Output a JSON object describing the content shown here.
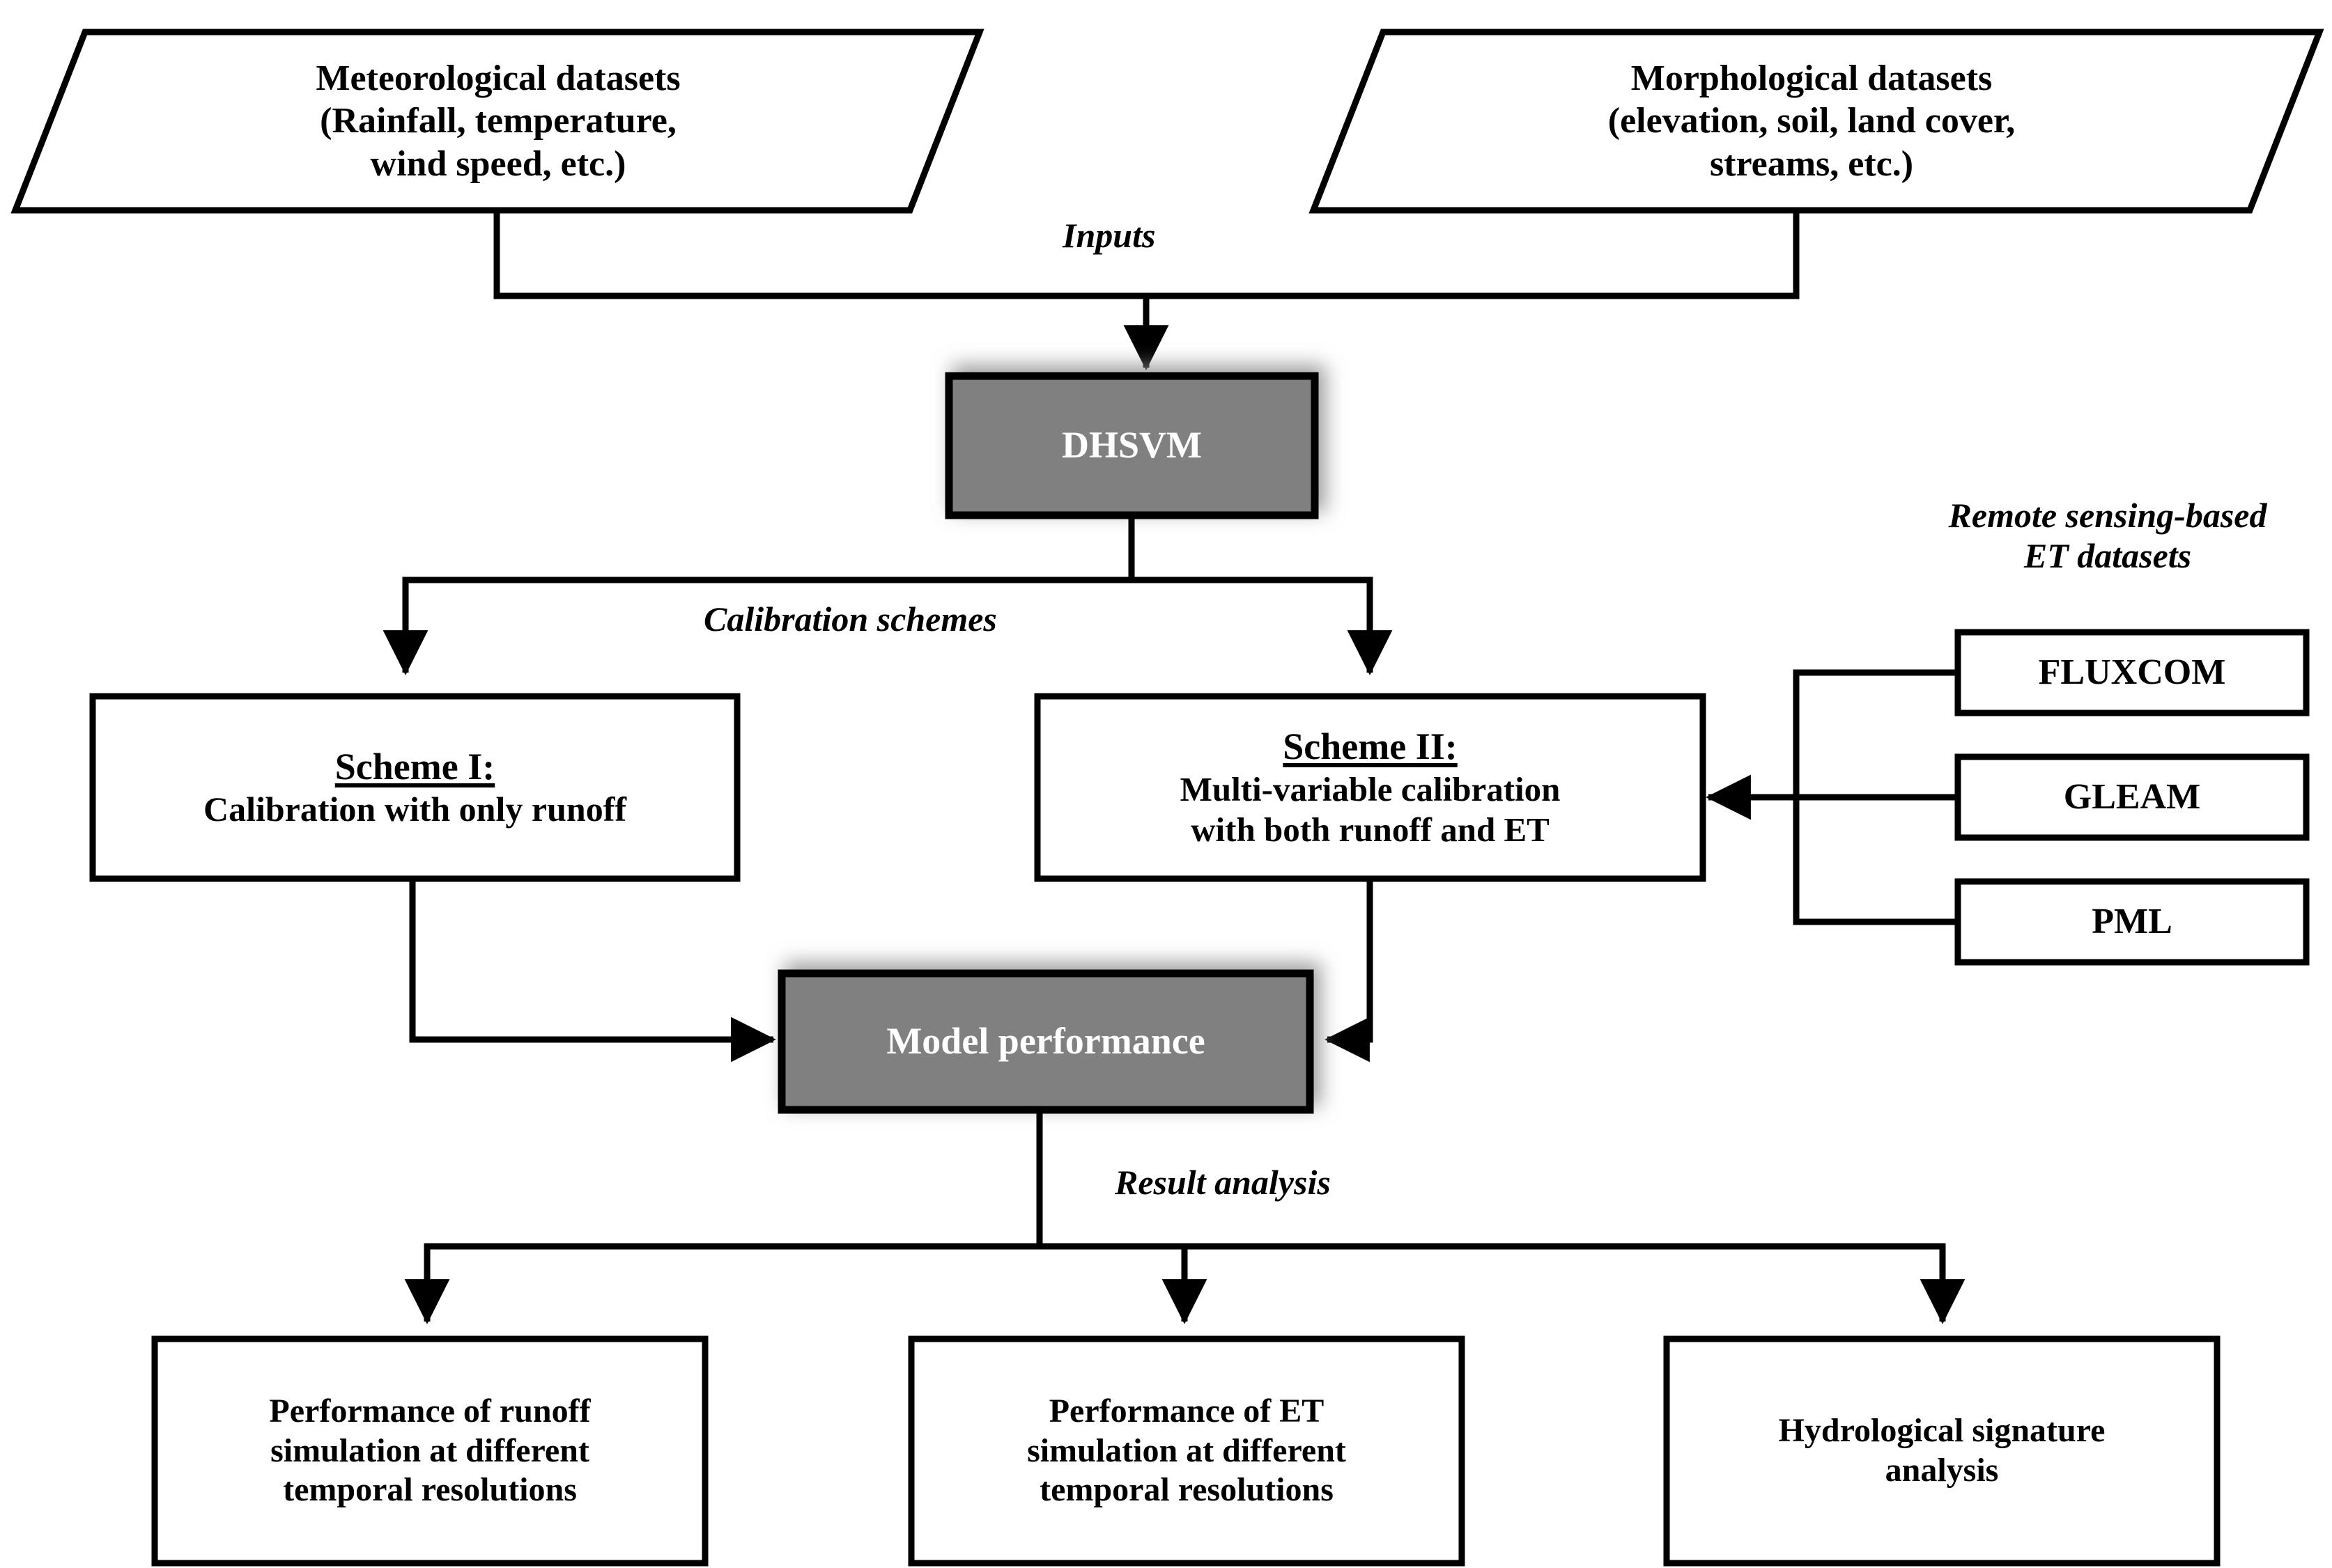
{
  "diagram": {
    "title": "DHSVM multi-variable calibration flowchart",
    "colors": {
      "stroke": "#000000",
      "process_fill": "#808080",
      "process_text": "#ffffff",
      "box_fill": "#ffffff",
      "box_text": "#000000",
      "background": "#ffffff"
    },
    "inputs": [
      {
        "id": "meteorological",
        "shape": "parallelogram",
        "lines": [
          "Meteorological datasets",
          "(Rainfall, temperature,",
          "wind speed, etc.)"
        ]
      },
      {
        "id": "morphological",
        "shape": "parallelogram",
        "lines": [
          "Morphological datasets",
          "(elevation, soil, land cover,",
          "streams, etc.)"
        ]
      }
    ],
    "edge_labels": {
      "inputs": "Inputs",
      "calibration_schemes": "Calibration schemes",
      "result_analysis": "Result analysis"
    },
    "model": {
      "id": "dhsvm",
      "shape": "process",
      "label": "DHSVM"
    },
    "schemes": [
      {
        "id": "scheme-1",
        "heading": "Scheme I:",
        "lines": [
          "Calibration with only runoff"
        ]
      },
      {
        "id": "scheme-2",
        "heading": "Scheme II:",
        "lines": [
          "Multi-variable calibration",
          "with both runoff and ET"
        ]
      }
    ],
    "et_group": {
      "title_lines": [
        "Remote sensing-based",
        "ET datasets"
      ],
      "datasets": [
        {
          "id": "fluxcom",
          "label": "FLUXCOM"
        },
        {
          "id": "gleam",
          "label": "GLEAM"
        },
        {
          "id": "pml",
          "label": "PML"
        }
      ]
    },
    "performance": {
      "id": "model-performance",
      "shape": "process",
      "label": "Model performance"
    },
    "outputs": [
      {
        "id": "runoff-performance",
        "lines": [
          "Performance of runoff",
          "simulation at different",
          "temporal resolutions"
        ]
      },
      {
        "id": "et-performance",
        "lines": [
          "Performance of ET",
          "simulation at different",
          "temporal resolutions"
        ]
      },
      {
        "id": "hydrological-signature",
        "lines": [
          "Hydrological signature",
          "analysis"
        ]
      }
    ]
  }
}
